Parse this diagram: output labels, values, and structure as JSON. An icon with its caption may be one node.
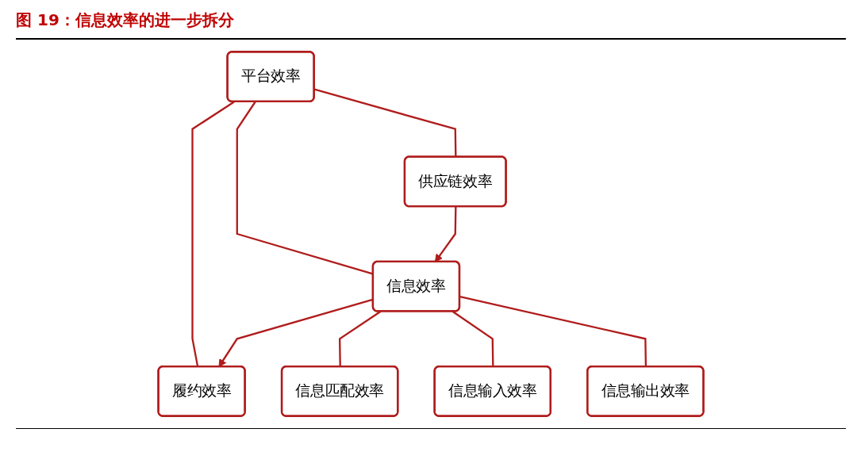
{
  "diagram": {
    "title": "图 19：信息效率的进一步拆分",
    "nodes": [
      {
        "text": [
          "平台效率"
        ]
      },
      {
        "text": [
          "供应链效率"
        ]
      },
      {
        "text": [
          "信息效率"
        ]
      },
      {
        "text": [
          "履约效率"
        ]
      },
      {
        "text": [
          "信息匹配效率"
        ]
      },
      {
        "text": [
          "信息输入效率"
        ]
      },
      {
        "text": [
          "信息输出效率"
        ]
      }
    ],
    "edges": [
      {
        "from": 0,
        "to": 1,
        "arrow": "none"
      },
      {
        "from": 0,
        "to": 2,
        "arrow": "none"
      },
      {
        "from": 0,
        "to": 3,
        "arrow": "none"
      },
      {
        "from": 1,
        "to": 2,
        "arrow": "to"
      },
      {
        "from": 2,
        "to": 3,
        "arrow": "to"
      },
      {
        "from": 2,
        "to": 4,
        "arrow": "none"
      },
      {
        "from": 2,
        "to": 5,
        "arrow": "none"
      },
      {
        "from": 2,
        "to": 6,
        "arrow": "none"
      }
    ]
  }
}
